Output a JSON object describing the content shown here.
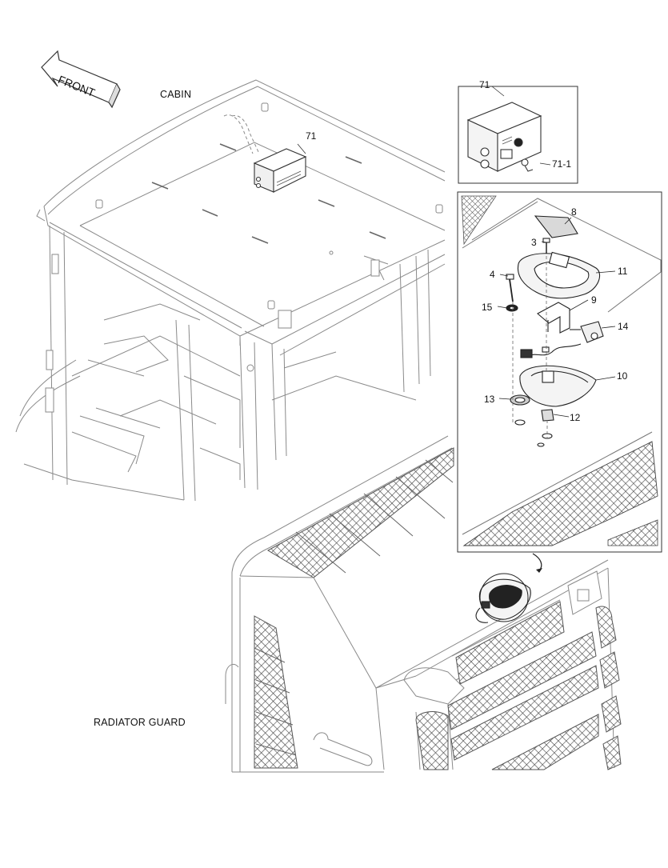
{
  "labels": {
    "front": "FRONT",
    "cabin": "CABIN",
    "radiator_guard": "RADIATOR GUARD"
  },
  "callouts": {
    "c71_main": "71",
    "c71_inset": "71",
    "c71_1": "71-1",
    "c8": "8",
    "c3": "3",
    "c11": "11",
    "c4": "4",
    "c9": "9",
    "c15": "15",
    "c14": "14",
    "c10": "10",
    "c13": "13",
    "c12": "12"
  }
}
